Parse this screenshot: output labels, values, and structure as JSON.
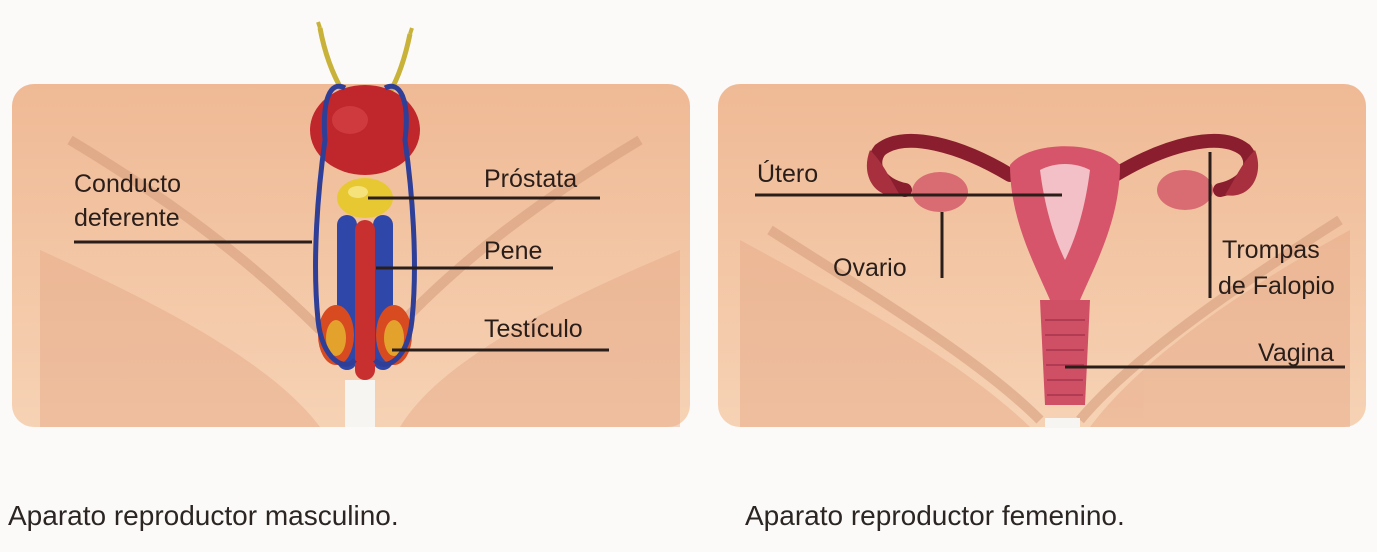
{
  "male": {
    "labels": {
      "conducto_line1": "Conducto",
      "conducto_line2": "deferente",
      "prostata": "Próstata",
      "pene": "Pene",
      "testiculo": "Testículo"
    },
    "caption": "Aparato reproductor masculino."
  },
  "female": {
    "labels": {
      "utero": "Útero",
      "ovario": "Ovario",
      "trompas_line1": "Trompas",
      "trompas_line2": "de Falopio",
      "vagina": "Vagina"
    },
    "caption": "Aparato reproductor femenino."
  },
  "colors": {
    "skin": "#efb995",
    "bladder": "#c0272d",
    "vas_deferens": "#2f3f98",
    "prostate": "#e8c832",
    "uterus": "#d6556a"
  }
}
